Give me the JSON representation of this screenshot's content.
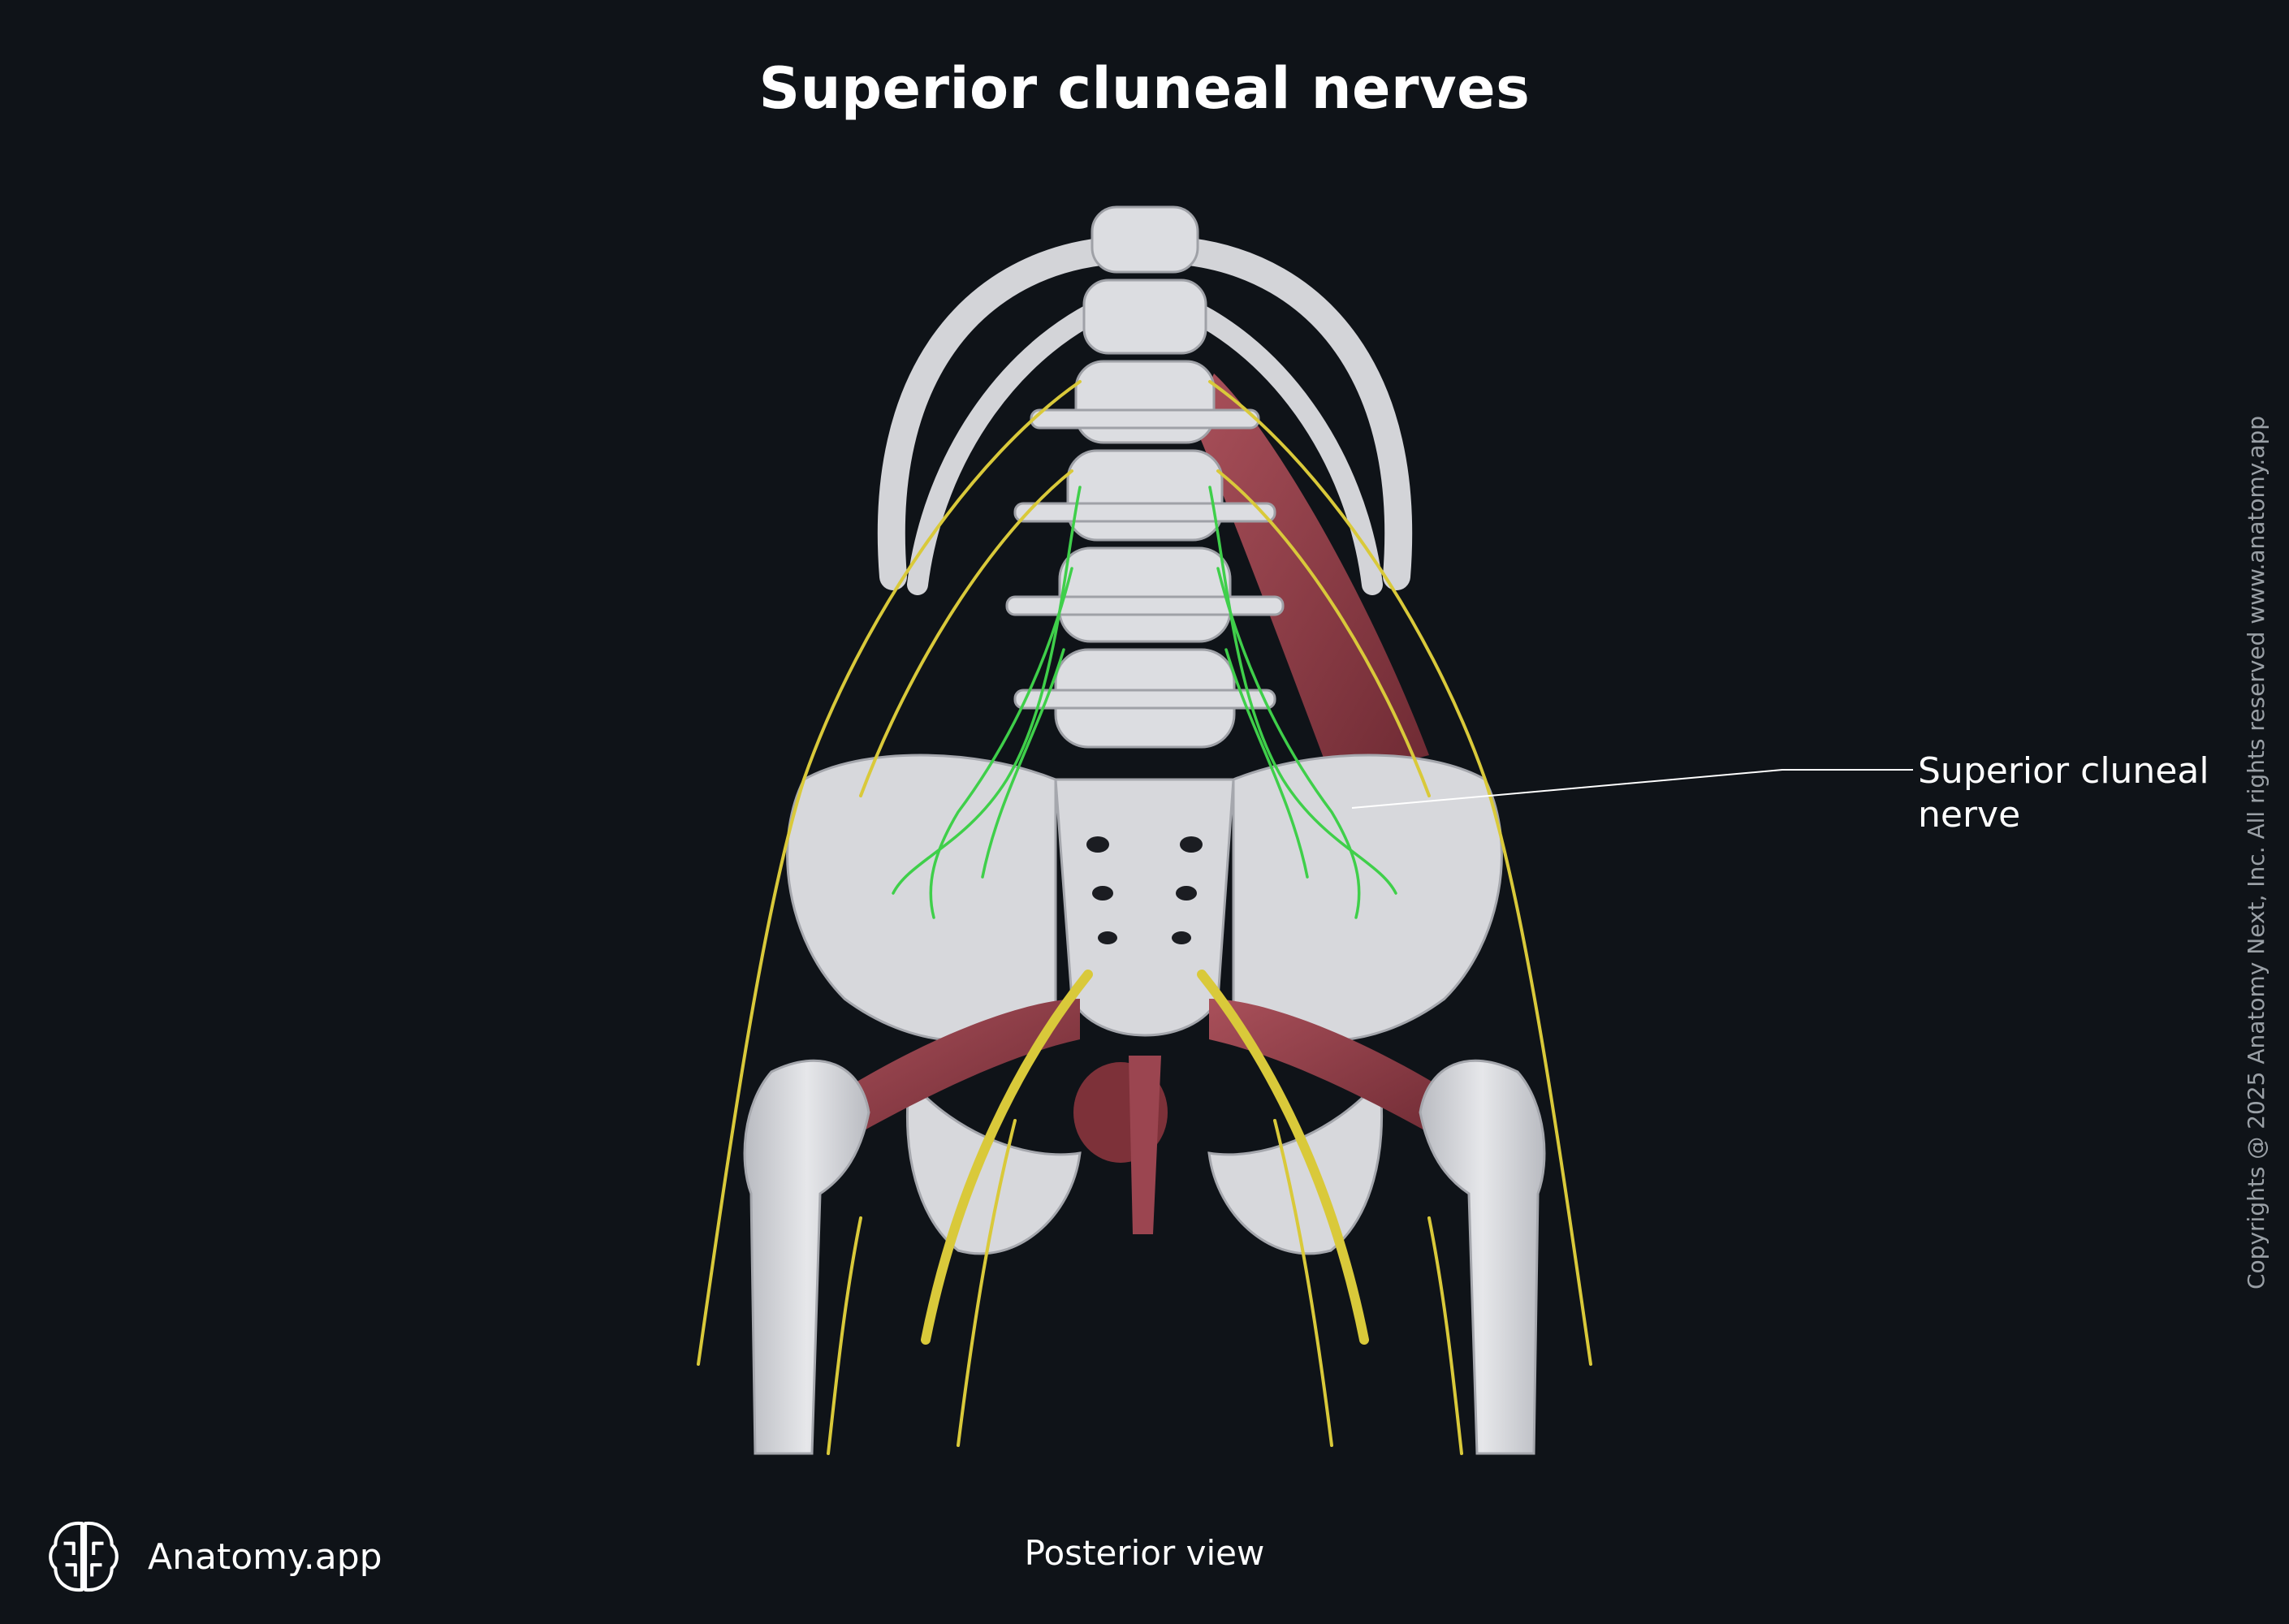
{
  "title": "Superior cluneal nerves",
  "labels": {
    "superior_cluneal_nerve": "Superior cluneal nerve"
  },
  "caption": "Posterior view",
  "brand": "Anatomy.app",
  "copyright": "Copyrights @ 2025 Anatomy Next, Inc. All rights reserved www.anatomy.app",
  "colors": {
    "background": "#0f1318",
    "bone": "#d9dade",
    "nerve": "#d9c93a",
    "highlighted_nerve": "#3fcf4a",
    "muscle": "#8c3b44"
  },
  "icons": {
    "logo": "brain-logo-icon"
  }
}
